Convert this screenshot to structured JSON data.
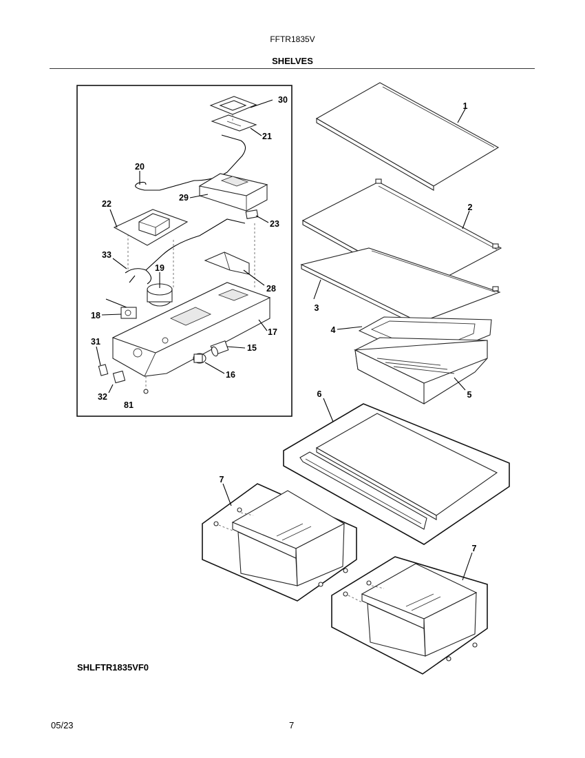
{
  "header": {
    "model": "FFTR1835V",
    "section": "SHELVES"
  },
  "footer": {
    "diagram_code": "SHLFTR1835VF0",
    "date": "05/23",
    "page_number": "7"
  },
  "callouts": {
    "c1": "1",
    "c2": "2",
    "c3": "3",
    "c4": "4",
    "c5": "5",
    "c6": "6",
    "c7a": "7",
    "c7b": "7",
    "c15": "15",
    "c16": "16",
    "c17": "17",
    "c18": "18",
    "c19": "19",
    "c20": "20",
    "c21": "21",
    "c22": "22",
    "c23": "23",
    "c28": "28",
    "c29": "29",
    "c30": "30",
    "c31": "31",
    "c32": "32",
    "c33": "33",
    "c81": "81"
  }
}
